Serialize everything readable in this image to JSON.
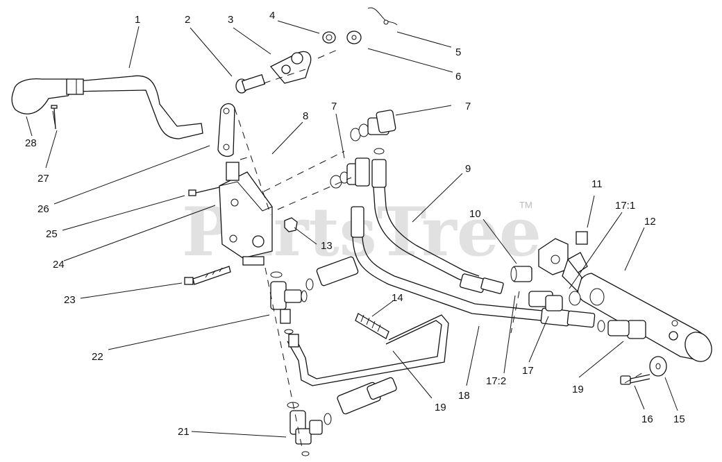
{
  "watermark": {
    "brand": "PartsTree",
    "trademark": "TM"
  },
  "callouts": [
    "1",
    "2",
    "3",
    "4",
    "5",
    "6",
    "7",
    "7",
    "7",
    "8",
    "9",
    "10",
    "11",
    "17:1",
    "12",
    "13",
    "14",
    "17:2",
    "17",
    "18",
    "19",
    "7",
    "16",
    "15",
    "21",
    "22",
    "23",
    "24",
    "25",
    "26",
    "27",
    "28"
  ]
}
